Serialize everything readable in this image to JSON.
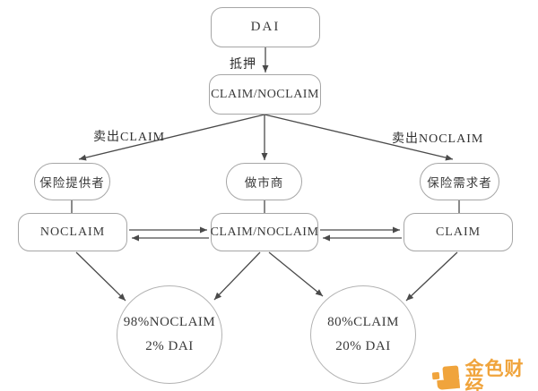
{
  "diagram": {
    "nodes": {
      "dai": "DAI",
      "claim_noclaim_top": "CLAIM/NOCLAIM",
      "insurance_provider": "保险提供者",
      "market_maker": "做市商",
      "insurance_demander": "保险需求者",
      "noclaim": "NOCLAIM",
      "claim_noclaim_mid": "CLAIM/NOCLAIM",
      "claim": "CLAIM",
      "pool_left_line1": "98%NOCLAIM",
      "pool_left_line2": "2% DAI",
      "pool_right_line1": "80%CLAIM",
      "pool_right_line2": "20% DAI"
    },
    "edge_labels": {
      "collateral": "抵押",
      "sell_claim": "卖出CLAIM",
      "sell_noclaim": "卖出NOCLAIM"
    },
    "edges": [
      {
        "from": "dai",
        "to": "claim_noclaim_top",
        "label": "抵押",
        "arrow": "forward"
      },
      {
        "from": "claim_noclaim_top",
        "to": "insurance_provider",
        "label": "卖出CLAIM",
        "arrow": "forward"
      },
      {
        "from": "claim_noclaim_top",
        "to": "market_maker",
        "label": "",
        "arrow": "forward"
      },
      {
        "from": "claim_noclaim_top",
        "to": "insurance_demander",
        "label": "卖出NOCLAIM",
        "arrow": "forward"
      },
      {
        "from": "insurance_provider",
        "to": "noclaim",
        "label": "",
        "arrow": "none"
      },
      {
        "from": "market_maker",
        "to": "claim_noclaim_mid",
        "label": "",
        "arrow": "none"
      },
      {
        "from": "insurance_demander",
        "to": "claim",
        "label": "",
        "arrow": "none"
      },
      {
        "from": "noclaim",
        "to": "claim_noclaim_mid",
        "label": "",
        "arrow": "both"
      },
      {
        "from": "claim_noclaim_mid",
        "to": "claim",
        "label": "",
        "arrow": "both"
      },
      {
        "from": "noclaim",
        "to": "pool_left",
        "label": "",
        "arrow": "forward"
      },
      {
        "from": "claim_noclaim_mid",
        "to": "pool_left",
        "label": "",
        "arrow": "forward"
      },
      {
        "from": "claim_noclaim_mid",
        "to": "pool_right",
        "label": "",
        "arrow": "forward"
      },
      {
        "from": "claim",
        "to": "pool_right",
        "label": "",
        "arrow": "forward"
      }
    ]
  },
  "watermark": {
    "text": "金色财经",
    "color": "#F0A43C"
  },
  "colors": {
    "line": "#4a4a4a",
    "shape_border": "#a6a6a6",
    "text": "#3a3a3a",
    "background": "#ffffff"
  }
}
